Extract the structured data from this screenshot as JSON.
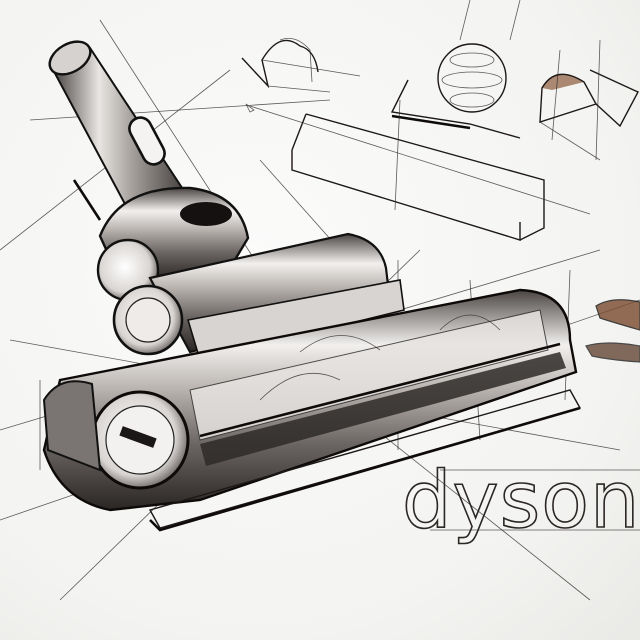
{
  "image": {
    "description": "Hand-drawn marker and pencil industrial design sketch of a Dyson vacuum cleaner floor head with perspective construction lines",
    "medium": "pencil and grey/brown marker on white paper",
    "brand_text": "dyson"
  },
  "subjects": {
    "main": "Dyson motorized brush bar floor head with wand neck, wheels and transparent roller housing",
    "thumbnails": [
      "arched tunnel study",
      "sphere on ramp study",
      "shaded arch box study",
      "long extruded box study"
    ],
    "partial_object_right_edge": "brown-shaded hook/clip shape"
  },
  "palette": {
    "paper": "#f4f4f3",
    "line": "#1c1816",
    "marker_dark": "#2e2a28",
    "marker_mid": "#8b8683",
    "marker_light": "#cfcbc8",
    "accent_brown": "#7a4a2e"
  }
}
